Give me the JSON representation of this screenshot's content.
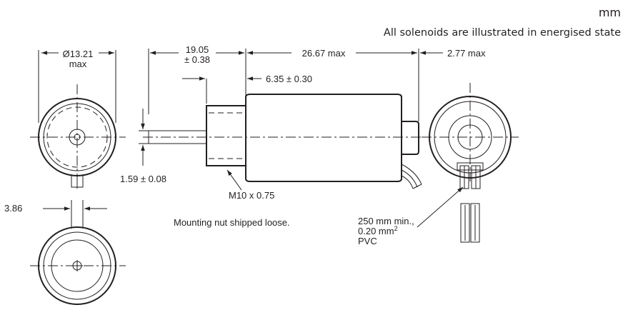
{
  "header": {
    "unit": "mm",
    "note": "All solenoids are illustrated in energised state"
  },
  "dimensions": {
    "diameter_1": "Ø13.21",
    "diameter_2": "max",
    "shaft_ext_1": "19.05",
    "shaft_ext_2": "± 0.38",
    "body_length": "26.67 max",
    "rear_boss": "2.77 max",
    "nut_thickness": "6.35 ± 0.30",
    "shaft_dia": "1.59 ± 0.08",
    "thread": "M10 x 0.75",
    "offset": "3.86"
  },
  "notes": {
    "mounting": "Mounting nut shipped loose.",
    "lead_1": "250 mm min.,",
    "lead_2": "0.20 mm",
    "lead_2_sup": "2",
    "lead_3": "PVC"
  },
  "colors": {
    "ink": "#231f20",
    "background": "#ffffff"
  }
}
